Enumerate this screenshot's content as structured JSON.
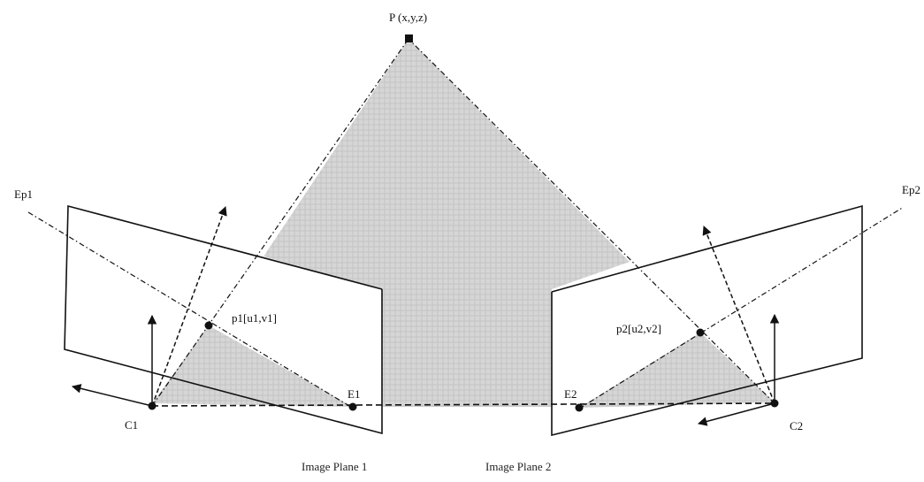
{
  "diagram": {
    "point_label": "P (x,y,z)",
    "epipolar_line_1_label": "Ep1",
    "epipolar_line_2_label": "Ep2",
    "camera_1_label": "C1",
    "camera_2_label": "C2",
    "epipole_1_label": "E1",
    "epipole_2_label": "E2",
    "projection_1_label": "p1[u1,v1]",
    "projection_2_label": "p2[u2,v2]",
    "image_plane_1_label": "Image Plane 1",
    "image_plane_2_label": "Image Plane 2"
  },
  "colors": {
    "line": "#111111",
    "plane_fill": "#d3d3d3",
    "background": "#ffffff"
  }
}
